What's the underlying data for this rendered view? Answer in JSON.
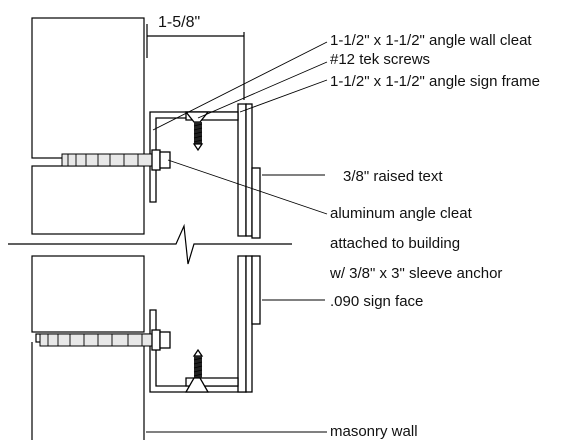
{
  "dimension": "1-5/8\"",
  "labels": {
    "wall_cleat": "1-1/2\" x 1-1/2\" angle wall cleat",
    "tek_screws": "#12 tek screws",
    "sign_frame": "1-1/2\" x 1-1/2\" angle sign frame",
    "raised_text": "3/8\" raised text",
    "angle_cleat_1": "aluminum angle cleat",
    "angle_cleat_2": "attached to building",
    "angle_cleat_3": "w/ 3/8\" x 3\" sleeve anchor",
    "sign_face": ".090 sign face",
    "masonry_wall": "masonry wall"
  }
}
